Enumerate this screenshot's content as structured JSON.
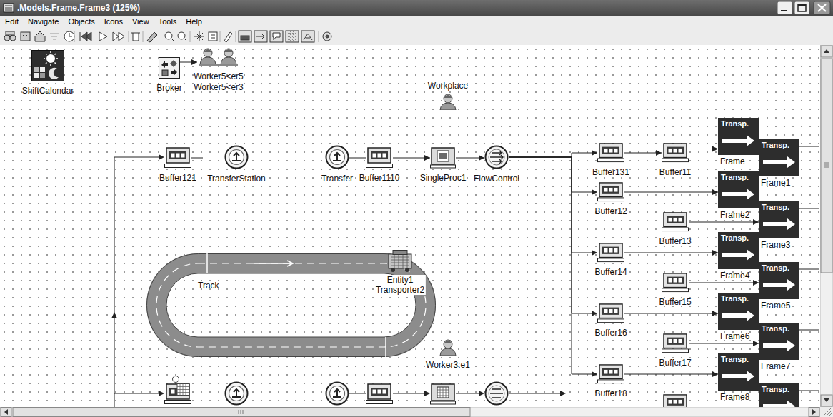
{
  "diagram": {
    "title": ".Models.Frame.Frame3 (125%)",
    "nodes": [
      {
        "text": [
          "ShiftCalendar"
        ]
      },
      {
        "text": [
          "Broker"
        ]
      },
      {
        "text": [
          "Worker5<er5",
          "Worker5<er3"
        ]
      },
      {
        "text": [
          "Workplace"
        ]
      },
      {
        "text": [
          "Buffer121"
        ]
      },
      {
        "text": [
          "TransferStation"
        ]
      },
      {
        "text": [
          "Transfer"
        ]
      },
      {
        "text": [
          "Buffer1110"
        ]
      },
      {
        "text": [
          "SingleProc1"
        ]
      },
      {
        "text": [
          "FlowControl"
        ]
      },
      {
        "text": [
          "Buffer131"
        ]
      },
      {
        "text": [
          "Buffer11"
        ]
      },
      {
        "text": [
          "Buffer12"
        ]
      },
      {
        "text": [
          "Buffer13"
        ]
      },
      {
        "text": [
          "Buffer14"
        ]
      },
      {
        "text": [
          "Buffer15"
        ]
      },
      {
        "text": [
          "Buffer16"
        ]
      },
      {
        "text": [
          "Buffer17"
        ]
      },
      {
        "text": [
          "Buffer18"
        ]
      },
      {
        "text": [
          "Transp.",
          "Frame"
        ]
      },
      {
        "text": [
          "Transp.",
          "Frame1"
        ]
      },
      {
        "text": [
          "Transp.",
          "Frame2"
        ]
      },
      {
        "text": [
          "Transp.",
          "Frame3"
        ]
      },
      {
        "text": [
          "Transp.",
          "Frame4"
        ]
      },
      {
        "text": [
          "Transp.",
          "Frame5"
        ]
      },
      {
        "text": [
          "Transp.",
          "Frame6"
        ]
      },
      {
        "text": [
          "Transp.",
          "Frame7"
        ]
      },
      {
        "text": [
          "Transp.",
          "Frame8"
        ]
      },
      {
        "text": [
          "Transp."
        ]
      },
      {
        "text": [
          "Track"
        ]
      },
      {
        "text": [
          "Entity1",
          "Transporter2"
        ]
      },
      {
        "text": [
          "Worker3:e1"
        ]
      }
    ],
    "edges": [
      {
        "from": 1,
        "to": 2,
        "arrow": "to"
      },
      {
        "from": 6,
        "to": 7,
        "arrow": "none"
      },
      {
        "from": 7,
        "to": 8,
        "arrow": "to"
      },
      {
        "from": 8,
        "to": 9,
        "arrow": "to"
      },
      {
        "from": 9,
        "to": 10,
        "arrow": "to"
      },
      {
        "from": 9,
        "to": 12,
        "arrow": "to"
      },
      {
        "from": 9,
        "to": 14,
        "arrow": "to"
      },
      {
        "from": 9,
        "to": 16,
        "arrow": "to"
      },
      {
        "from": 9,
        "to": 18,
        "arrow": "to"
      },
      {
        "from": 10,
        "to": 11,
        "arrow": "to"
      },
      {
        "from": 11,
        "to": 19,
        "arrow": "to"
      },
      {
        "from": 12,
        "to": 21,
        "arrow": "to"
      },
      {
        "from": 13,
        "to": 22,
        "arrow": "to"
      },
      {
        "from": 14,
        "to": 23,
        "arrow": "to"
      },
      {
        "from": 15,
        "to": 24,
        "arrow": "to"
      },
      {
        "from": 16,
        "to": 25,
        "arrow": "to"
      },
      {
        "from": 17,
        "to": 26,
        "arrow": "to"
      },
      {
        "from": 18,
        "to": 27,
        "arrow": "to"
      }
    ],
    "labels": [
      "Edit",
      "Navigate",
      "Objects",
      "Icons",
      "View",
      "Tools",
      "Help"
    ]
  }
}
